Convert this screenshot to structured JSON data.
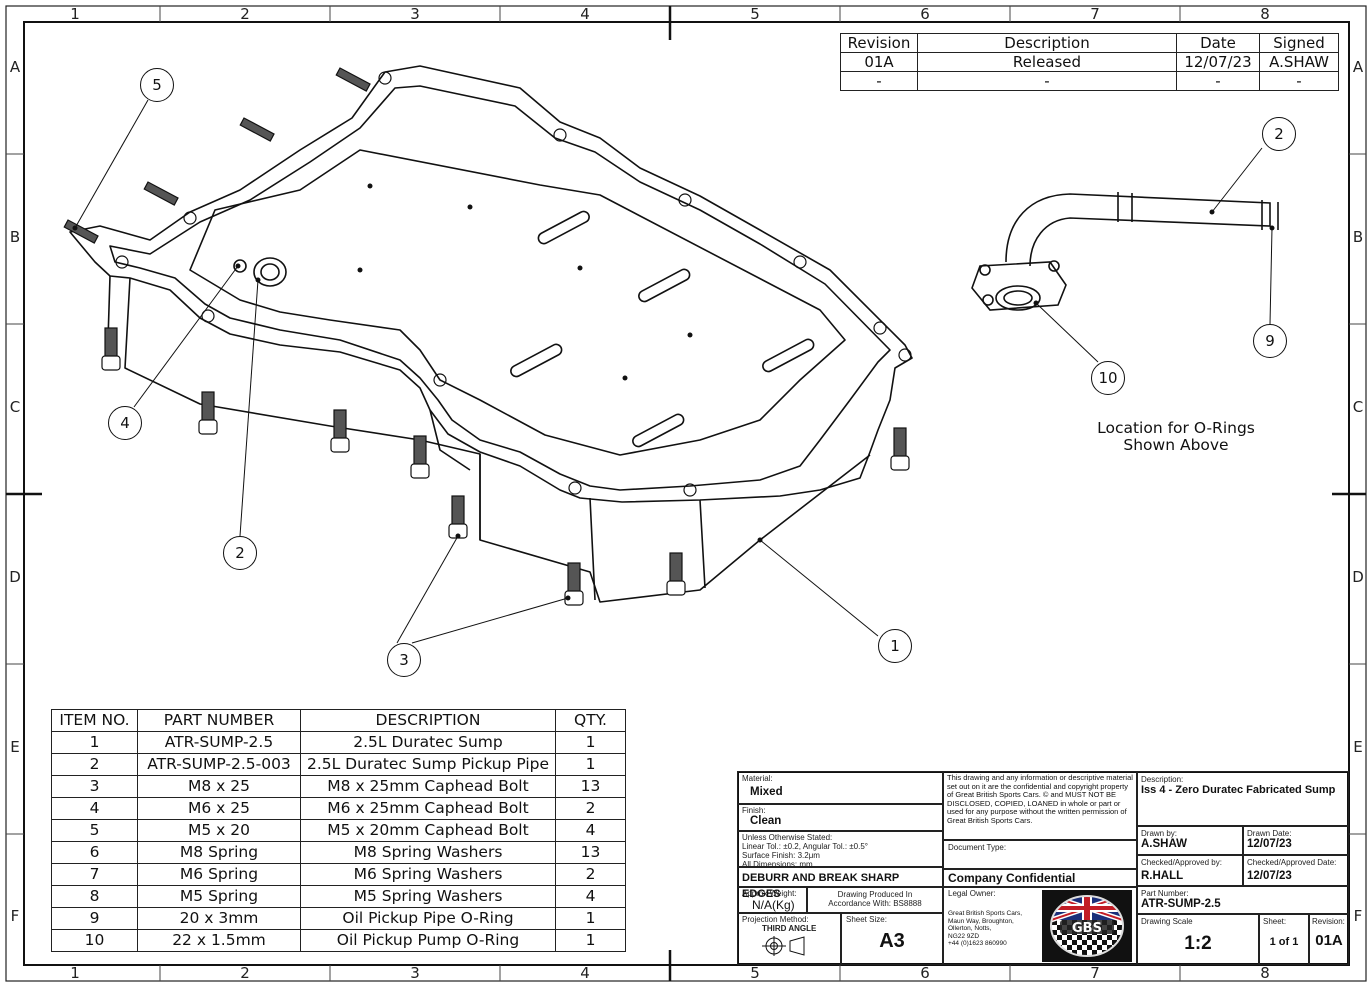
{
  "zones": {
    "columns": [
      "1",
      "2",
      "3",
      "4",
      "5",
      "6",
      "7",
      "8"
    ],
    "rows": [
      "A",
      "B",
      "C",
      "D",
      "E",
      "F"
    ]
  },
  "revision_table": {
    "headers": [
      "Revision",
      "Description",
      "Date",
      "Signed"
    ],
    "rows": [
      [
        "01A",
        "Released",
        "12/07/23",
        "A.SHAW"
      ],
      [
        "-",
        "-",
        "-",
        "-"
      ]
    ]
  },
  "balloons": [
    "5",
    "4",
    "2",
    "3",
    "1",
    "2",
    "9",
    "10"
  ],
  "note": {
    "line1": "Location for O-Rings",
    "line2": "Shown Above"
  },
  "bom": {
    "headers": [
      "ITEM NO.",
      "PART NUMBER",
      "DESCRIPTION",
      "QTY."
    ],
    "rows": [
      [
        "1",
        "ATR-SUMP-2.5",
        "2.5L Duratec Sump",
        "1"
      ],
      [
        "2",
        "ATR-SUMP-2.5-003",
        "2.5L Duratec Sump Pickup Pipe",
        "1"
      ],
      [
        "3",
        "M8 x 25",
        "M8 x 25mm Caphead Bolt",
        "13"
      ],
      [
        "4",
        "M6 x 25",
        "M6 x 25mm Caphead Bolt",
        "2"
      ],
      [
        "5",
        "M5 x 20",
        "M5 x 20mm Caphead Bolt",
        "4"
      ],
      [
        "6",
        "M8 Spring",
        "M8 Spring Washers",
        "13"
      ],
      [
        "7",
        "M6 Spring",
        "M6 Spring Washers",
        "2"
      ],
      [
        "8",
        "M5 Spring",
        "M5 Spring Washers",
        "4"
      ],
      [
        "9",
        "20 x 3mm",
        "Oil Pickup Pipe O-Ring",
        "1"
      ],
      [
        "10",
        "22 x 1.5mm",
        "Oil Pickup Pump O-Ring",
        "1"
      ]
    ]
  },
  "title_block": {
    "material_label": "Material:",
    "material": "Mixed",
    "finish_label": "Finish:",
    "finish": "Clean",
    "tol_label": "Unless Otherwise Stated:",
    "tol_line1": "Linear Tol.: ±0.2, Angular Tol.: ±0.5°",
    "tol_line2": "Surface Finish: 3.2μm",
    "tol_line3": "All Dimensions: mm",
    "deburr": "DEBURR AND BREAK SHARP EDGES",
    "weight_label": "Approx Weight:",
    "weight": "N/A(Kg)",
    "standard_line1": "Drawing Produced In",
    "standard_line2": "Accordance With: BS8888",
    "projection_label": "Projection Method:",
    "projection": "THIRD ANGLE",
    "sheet_size_label": "Sheet Size:",
    "sheet_size": "A3",
    "confidential_text": "This drawing and any information or descriptive material set out on it are the confidential and copyright property of Great British Sports Cars. © and MUST NOT BE DISCLOSED, COPIED, LOANED in whole or part or used for any purpose without the written permission of Great British Sports Cars.",
    "doc_type_label": "Document Type:",
    "doc_type": "Company Confidential",
    "legal_owner_label": "Legal Owner:",
    "address": [
      "Great British Sports Cars,",
      "Maun Way, Broughton,",
      "Ollerton, Notts,",
      "NG22 9ZD",
      "+44 (0)1623 860990"
    ],
    "logo_text": "GBS",
    "description_label": "Description:",
    "description": "Iss 4 - Zero Duratec Fabricated Sump",
    "drawn_by_label": "Drawn by:",
    "drawn_by": "A.SHAW",
    "drawn_date_label": "Drawn Date:",
    "drawn_date": "12/07/23",
    "checked_label": "Checked/Approved by:",
    "checked_by": "R.HALL",
    "checked_date_label": "Checked/Approved Date:",
    "checked_date": "12/07/23",
    "part_number_label": "Part Number:",
    "part_number": "ATR-SUMP-2.5",
    "scale_label": "Drawing Scale",
    "scale": "1:2",
    "sheet_label": "Sheet:",
    "sheet": "1 of 1",
    "revision_label": "Revision:",
    "revision": "01A"
  }
}
